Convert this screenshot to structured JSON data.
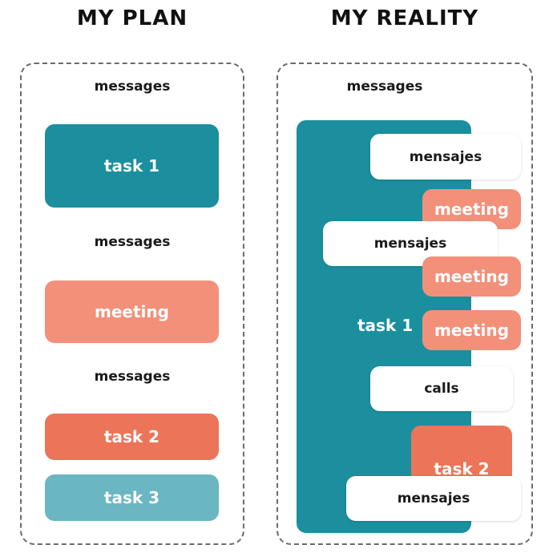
{
  "plan": {
    "title": "MY PLAN",
    "label_1": "messages",
    "task_1": "task 1",
    "label_2": "messages",
    "meeting": "meeting",
    "label_3": "messages",
    "task_2": "task 2",
    "task_3": "task 3"
  },
  "reality": {
    "title": "MY REALITY",
    "label_top": "messages",
    "big_task": "task 1",
    "mensajes_1": "mensajes",
    "meeting_1": "meeting",
    "mensajes_2": "mensajes",
    "meeting_2": "meeting",
    "meeting_3": "meeting",
    "calls": "calls",
    "task_2": "task 2",
    "mensajes_3": "mensajes"
  },
  "colors": {
    "teal": "#1b8f9e",
    "salmon": "#f2907a",
    "coral": "#ec7458",
    "light_teal": "#6ab6c2",
    "border": "#6b6b6b"
  }
}
